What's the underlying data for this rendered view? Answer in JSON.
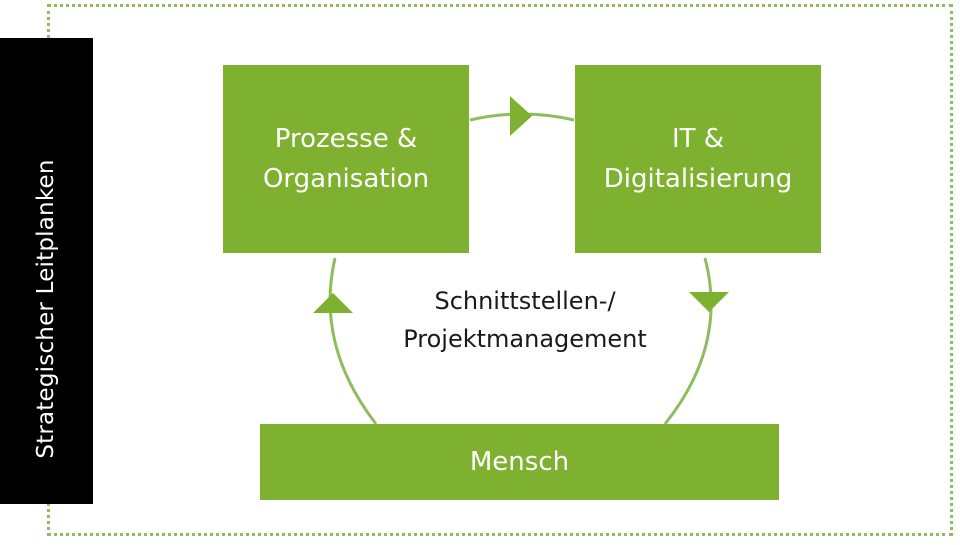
{
  "sidebar": {
    "label": "Strategischer Leitplanken"
  },
  "boxes": {
    "top_left": {
      "line1": "Prozesse &",
      "line2": "Organisation"
    },
    "top_right": {
      "line1": "IT &",
      "line2": "Digitalisierung"
    },
    "bottom": {
      "label": "Mensch"
    }
  },
  "center": {
    "line1": "Schnittstellen-/",
    "line2": "Projektmanagement"
  },
  "colors": {
    "box_fill": "#7eb130",
    "connector": "#8dbd5f",
    "sidebar_bg": "#000000",
    "frame_border": "#8dbd5f"
  }
}
